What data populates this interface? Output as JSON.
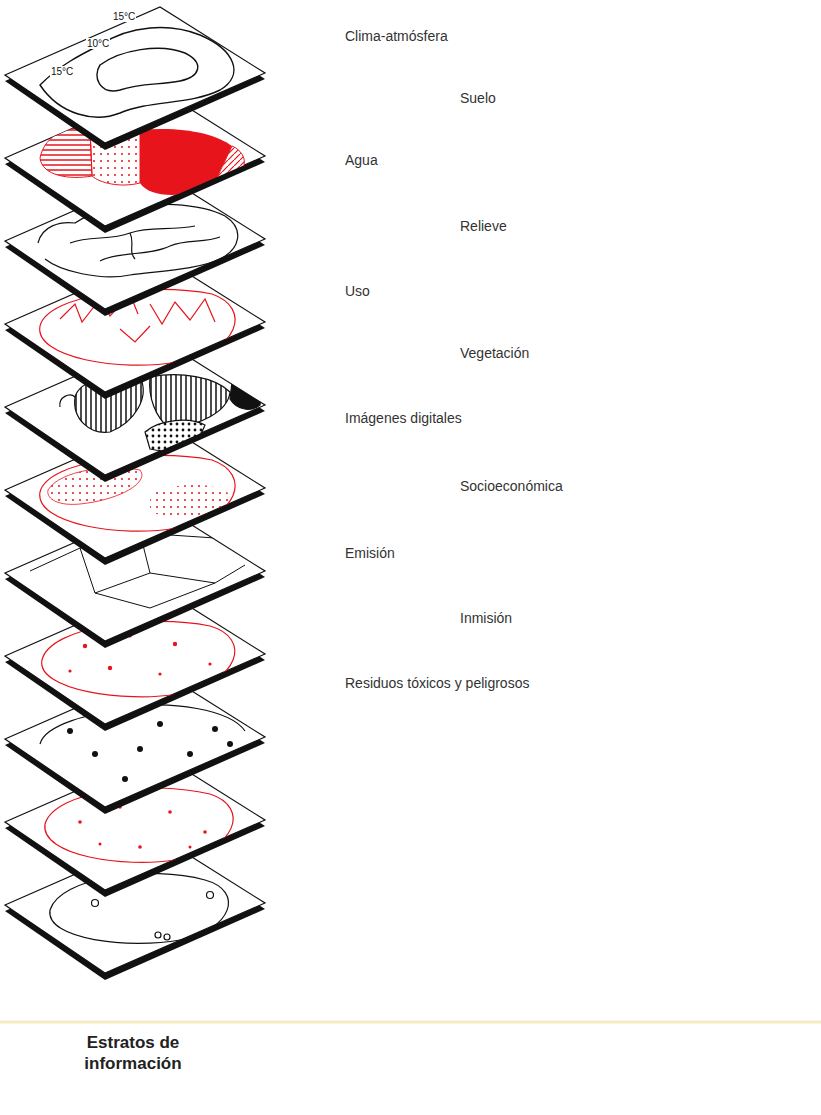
{
  "diagram": {
    "caption": "Estratos de información",
    "labels": [
      "Clima-atmósfera",
      "Suelo",
      "Agua",
      "Relieve",
      "Uso",
      "Vegetación",
      "Imágenes digitales",
      "Socioeconómica",
      "Emisión",
      "Inmisión",
      "Residuos tóxicos y peligrosos",
      "15°C",
      "10°C",
      "15°C"
    ]
  }
}
